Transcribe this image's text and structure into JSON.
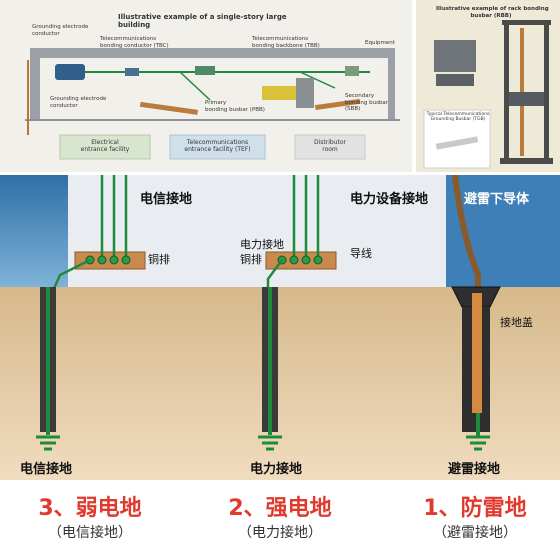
{
  "top_left": {
    "title": "Illustrative example of a single-story large building",
    "labels": {
      "grounding_electrode_conductor_top": "Grounding electrode\nconductor",
      "tbc": "Telecommunications\nbonding conductor (TBC)",
      "tbb": "Telecommunications\nbonding backbone (TBB)",
      "equipment": "Equipment",
      "grounding_electrode_conductor_bottom": "Grounding electrode\nconductor",
      "pbb": "Primary\nbonding busbar (PBB)",
      "sbb": "Secondary\nbonding busbar\n(SBB)"
    },
    "rooms": {
      "electrical": "Electrical\nentrance facility",
      "tef": "Telecommunications\nentrance facility (TEF)",
      "distributor": "Distributor\nroom"
    }
  },
  "top_right": {
    "title": "Illustrative example of rack bonding\nbusbar (RBB)",
    "inset_caption": "Typical Telecommunications\nGrounding Busbar (TGB)"
  },
  "main": {
    "labels": {
      "telecom_ground_top": "电信接地",
      "power_equipment_ground": "电力设备接地",
      "lightning_down_conductor": "避雷下导体",
      "copper_bar": "铜排",
      "power_ground_copper": "电力接地\n铜排",
      "conductor": "导线",
      "ground_cover": "接地盖",
      "telecom_ground_bottom": "电信接地",
      "power_ground_bottom": "电力接地",
      "lightning_ground_bottom": "避雷接地"
    }
  },
  "captions": [
    {
      "title": "3、弱电地",
      "sub": "（电信接地）"
    },
    {
      "title": "2、强电地",
      "sub": "（电力接地）"
    },
    {
      "title": "1、防雷地",
      "sub": "（避雷接地）"
    }
  ],
  "colors": {
    "title_red": "#e03a2f",
    "sky_blue": "#3d7fb6",
    "soil": "#e2c9a0",
    "wire_green": "#1e8a3c",
    "copper": "#c98a4f"
  }
}
